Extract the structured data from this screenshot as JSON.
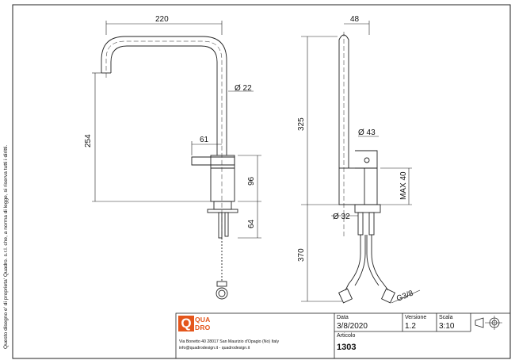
{
  "side_note": "Questo disegno e' di proprieta' Quadro. s.r.l. che, a norma di legge, si riserva tutti i diritti.",
  "dimensions": {
    "top_width": "220",
    "pipe_diameter": "Ø 22",
    "height_254": "254",
    "handle_61": "61",
    "body_96": "96",
    "shank_64": "64",
    "side_top_48": "48",
    "side_325": "325",
    "side_dia_43": "Ø 43",
    "max_40": "MAX 40",
    "side_dia_32": "Ø 32",
    "side_370": "370",
    "thread": "G3/8"
  },
  "title_block": {
    "logo_letter": "Q",
    "logo_line1": "QUA",
    "logo_line2": "DRO",
    "address": "Via Bonetto 40  28017 San Maurizio d'Opagio (No) Italy",
    "contacts": "info@quadrodesign.it  -  quadrodesign.it",
    "data_label": "Data",
    "data_value": "3/8/2020",
    "versione_label": "Versione",
    "versione_value": "1.2",
    "scala_label": "Scala",
    "scala_value": "3:10",
    "articolo_label": "Articolo",
    "articolo_value": "1303"
  }
}
